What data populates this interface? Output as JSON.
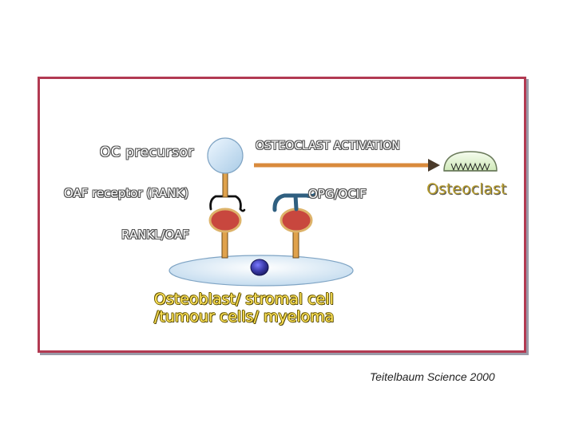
{
  "labels": {
    "oc_precursor": "OC precursor",
    "oaf_receptor": "OAF receptor (RANK)",
    "osteoclast_activation": "OSTEOCLAST ACTIVATION",
    "opg_ocif": "OPG/OCIF",
    "osteoclast": "Osteoclast",
    "rankl_oaf": "RANKL/OAF",
    "osteoblast_line1": "Osteoblast/ stromal cell",
    "osteoblast_line2": "/tumour cells/ myeloma"
  },
  "citation": "Teitelbaum Science 2000",
  "colors": {
    "frame": "#b23a52",
    "arrow": "#d98a3c",
    "stalk": "#e0a24c",
    "ligand": "#c8473e",
    "precursor_cell": "#cfe6f7",
    "opg": "#2f5f80",
    "cell_body": "#cfe3f3",
    "nucleus": "#3a3aa8",
    "osteoclast_fill": "#e8f5d8",
    "osteoblast_text": "#ffe45a"
  }
}
